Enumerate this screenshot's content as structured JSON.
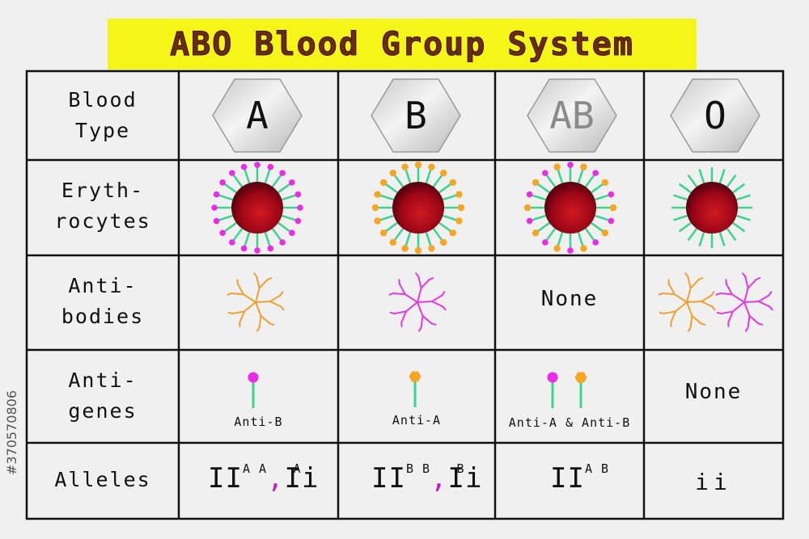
{
  "title": "ABO Blood Group System",
  "row_headers": [
    "Blood\nType",
    "Eryth-\nrocytes",
    "Anti-\nbodies",
    "Anti-\ngenes",
    "Alleles"
  ],
  "blood_types": [
    "A",
    "B",
    "AB",
    "O"
  ],
  "antibodies": {
    "ab_text": "None"
  },
  "antigens": {
    "a_label": "Anti-B",
    "b_label": "Anti-A",
    "ab_label": "Anti-A & Anti-B",
    "o_text": "None"
  },
  "alleles": {
    "a": {
      "base1": "II",
      "sup1": "A A",
      "comma": ",",
      "base2": "Ii",
      "sup2": "A"
    },
    "b": {
      "base1": "II",
      "sup1": "B B",
      "comma": ",",
      "base2": "Ii",
      "sup2": "B"
    },
    "ab": {
      "base": "II",
      "sup": "A B"
    },
    "o": "ii"
  },
  "watermark": "#370570806",
  "colors": {
    "title_bg": "#f5f51a",
    "title_text": "#6b2b14",
    "cell_red": "#a3061a",
    "antigen_a": "#ec2ae8",
    "antigen_b": "#f5a623",
    "spike": "#36d68c",
    "antibody_a": "#f0a030",
    "antibody_b": "#e23ae0",
    "grid": "#111111"
  }
}
